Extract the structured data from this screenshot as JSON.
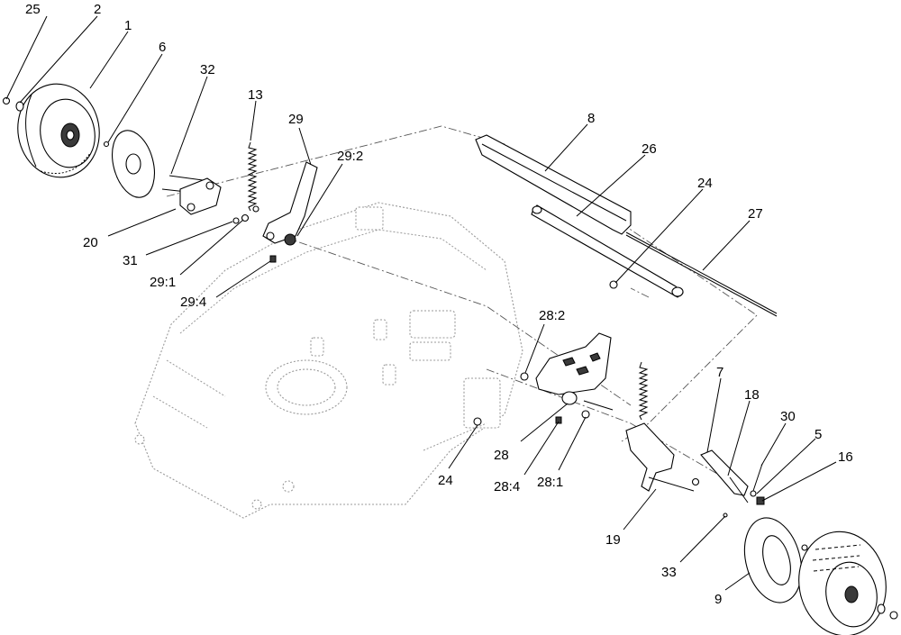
{
  "callouts": [
    {
      "id": "c25",
      "text": "25"
    },
    {
      "id": "c2",
      "text": "2"
    },
    {
      "id": "c1",
      "text": "1"
    },
    {
      "id": "c6",
      "text": "6"
    },
    {
      "id": "c32",
      "text": "32"
    },
    {
      "id": "c13",
      "text": "13"
    },
    {
      "id": "c29",
      "text": "29"
    },
    {
      "id": "c29-2",
      "text": "29:2"
    },
    {
      "id": "c20",
      "text": "20"
    },
    {
      "id": "c31",
      "text": "31"
    },
    {
      "id": "c29-1",
      "text": "29:1"
    },
    {
      "id": "c29-4",
      "text": "29:4"
    },
    {
      "id": "c8",
      "text": "8"
    },
    {
      "id": "c26",
      "text": "26"
    },
    {
      "id": "c24a",
      "text": "24"
    },
    {
      "id": "c27",
      "text": "27"
    },
    {
      "id": "c28-2",
      "text": "28:2"
    },
    {
      "id": "c24b",
      "text": "24"
    },
    {
      "id": "c28",
      "text": "28"
    },
    {
      "id": "c28-4",
      "text": "28:4"
    },
    {
      "id": "c28-1",
      "text": "28:1"
    },
    {
      "id": "c7",
      "text": "7"
    },
    {
      "id": "c18",
      "text": "18"
    },
    {
      "id": "c30",
      "text": "30"
    },
    {
      "id": "c5",
      "text": "5"
    },
    {
      "id": "c16",
      "text": "16"
    },
    {
      "id": "c19",
      "text": "19"
    },
    {
      "id": "c33",
      "text": "33"
    },
    {
      "id": "c9",
      "text": "9"
    }
  ],
  "colors": {
    "line": "#000000",
    "ghost": "#9a9a9a",
    "background": "#ffffff"
  }
}
